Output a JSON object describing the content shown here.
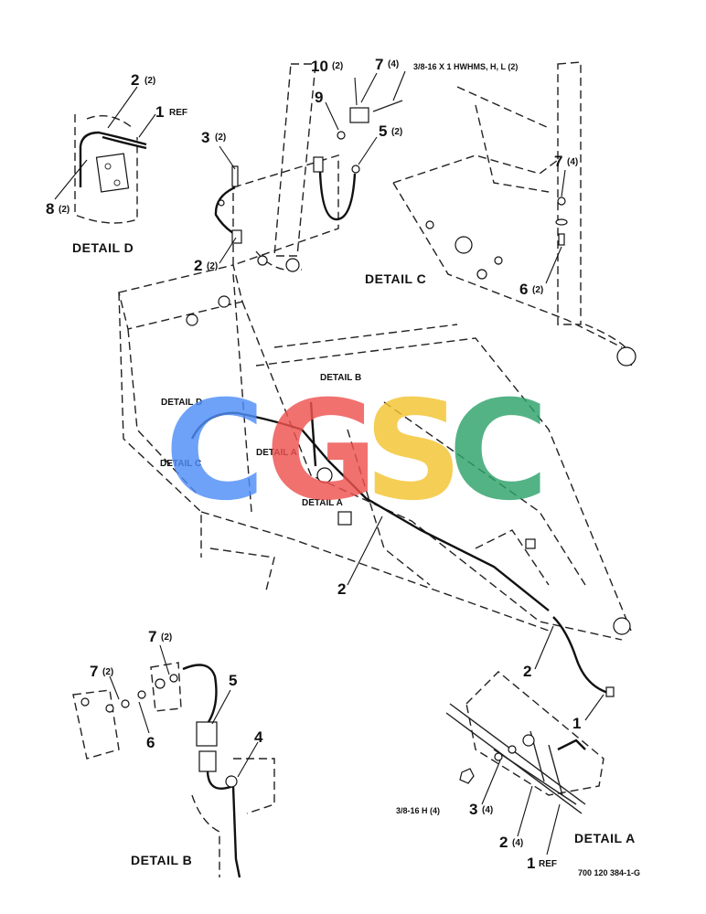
{
  "details": {
    "d": {
      "title": "DETAIL D",
      "labels": [
        {
          "num": "2",
          "qty": "(2)"
        },
        {
          "num": "1",
          "qty": "REF"
        },
        {
          "num": "8",
          "qty": "(2)"
        }
      ]
    },
    "c": {
      "title": "DETAIL C",
      "labels": [
        {
          "num": "10",
          "qty": "(2)"
        },
        {
          "num": "7",
          "qty": "(4)"
        },
        {
          "num": "9",
          "qty": ""
        },
        {
          "num": "3",
          "qty": "(2)"
        },
        {
          "num": "5",
          "qty": "(2)"
        },
        {
          "num": "2",
          "qty": "(2)"
        },
        {
          "num": "7",
          "qty": "(4)"
        },
        {
          "num": "6",
          "qty": "(2)"
        }
      ],
      "bolt_note": "3/8-16 X 1 HWHMS, H, L (2)"
    },
    "main": {
      "refs": [
        "DETAIL B",
        "DETAIL D",
        "DETAIL A",
        "DETAIL C",
        "DETAIL A"
      ],
      "labels": [
        {
          "num": "2"
        },
        {
          "num": "2"
        },
        {
          "num": "1"
        }
      ]
    },
    "b": {
      "title": "DETAIL B",
      "labels": [
        {
          "num": "7",
          "qty": "(2)"
        },
        {
          "num": "7",
          "qty": "(2)"
        },
        {
          "num": "5",
          "qty": ""
        },
        {
          "num": "6",
          "qty": ""
        },
        {
          "num": "4",
          "qty": ""
        }
      ]
    },
    "a": {
      "title": "DETAIL A",
      "nut_note": "3/8-16 H (4)",
      "labels": [
        {
          "num": "3",
          "qty": "(4)"
        },
        {
          "num": "2",
          "qty": "(4)"
        },
        {
          "num": "1",
          "qty": "REF"
        }
      ]
    }
  },
  "watermark": {
    "letters": [
      "C",
      "G",
      "S",
      "C"
    ],
    "colors": [
      "#4f8ef7",
      "#ef5350",
      "#f4c430",
      "#2ea36b"
    ]
  },
  "drawing_number": "700 120 384-1-G"
}
